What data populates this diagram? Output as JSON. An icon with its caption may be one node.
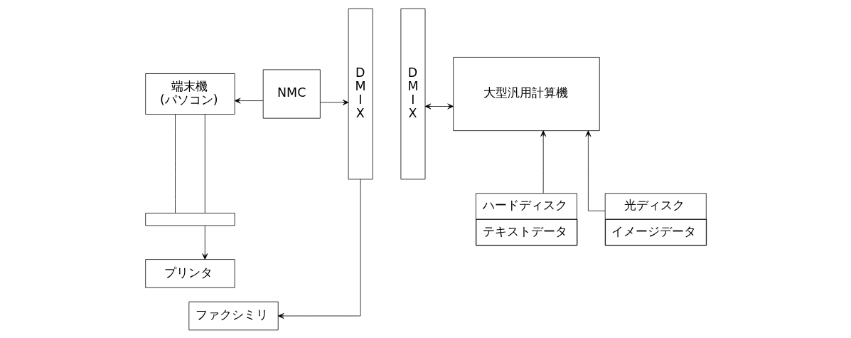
{
  "diagram": {
    "nodes": [
      {
        "text": [
          "端末機",
          "(パソコン)"
        ]
      },
      {
        "text": [],
        "shape": "box"
      },
      {
        "text": [
          "NMC"
        ]
      },
      {
        "text": [
          "DMIX"
        ]
      },
      {
        "text": [
          "プリンタ"
        ]
      },
      {
        "text": [
          "ファクシミリ"
        ]
      },
      {
        "text": [
          "DMIX"
        ]
      },
      {
        "text": [
          "大型汎用計算機"
        ]
      },
      {
        "text": [
          "ハードディスク",
          "テキストデータ"
        ]
      },
      {
        "text": [
          "光ディスク",
          "イメージデータ"
        ]
      }
    ],
    "edges": [
      {
        "from": 0,
        "to": 1,
        "arrow": "none"
      },
      {
        "from": 0,
        "to": 1,
        "arrow": "none"
      },
      {
        "from": 2,
        "to": 0,
        "arrow": "to"
      },
      {
        "from": 2,
        "to": 3,
        "arrow": "to"
      },
      {
        "from": 1,
        "to": 4,
        "arrow": "to"
      },
      {
        "from": 3,
        "to": 5,
        "arrow": "to"
      },
      {
        "from": 6,
        "to": 7,
        "arrow": "both"
      },
      {
        "from": 8,
        "to": 7,
        "arrow": "to"
      },
      {
        "from": 9,
        "to": 7,
        "arrow": "to"
      }
    ]
  }
}
